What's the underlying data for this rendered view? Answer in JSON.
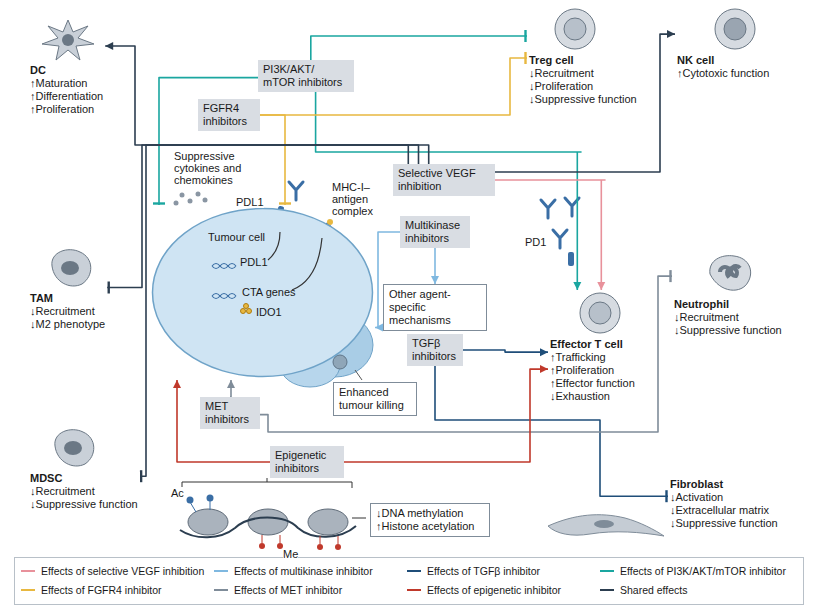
{
  "diagram": {
    "nodes": [
      {
        "text": [
          "DC",
          "↑Maturation",
          "↑Differentiation",
          "↑Proliferation"
        ]
      },
      {
        "text": [
          "Treg cell",
          "↓Recruitment",
          "↓Proliferation",
          "↓Suppressive function"
        ]
      },
      {
        "text": [
          "NK cell",
          "↑Cytotoxic function"
        ]
      },
      {
        "text": [
          "TAM",
          "↓Recruitment",
          "↓M2 phenotype"
        ]
      },
      {
        "text": [
          "MDSC",
          "↓Recruitment",
          "↓Suppressive function"
        ]
      },
      {
        "text": [
          "Effector T cell",
          "↑Trafficking",
          "↑Proliferation",
          "↑Effector function",
          "↓Exhaustion"
        ]
      },
      {
        "text": [
          "Neutrophil",
          "↓Recruitment",
          "↓Suppressive function"
        ]
      },
      {
        "text": [
          "Fibroblast",
          "↓Activation",
          "↓Extracellular matrix",
          "↓Suppressive function"
        ]
      },
      {
        "text": [
          "PI3K/AKT/ mTOR inhibitors"
        ]
      },
      {
        "text": [
          "FGFR4 inhibitors"
        ]
      },
      {
        "text": [
          "Selective VEGF inhibition"
        ]
      },
      {
        "text": [
          "Multikinase inhibitors"
        ]
      },
      {
        "text": [
          "Other agent-specific mechanisms"
        ]
      },
      {
        "text": [
          "TGFβ inhibitors"
        ]
      },
      {
        "text": [
          "MET inhibitors"
        ]
      },
      {
        "text": [
          "Epigenetic inhibitors"
        ]
      },
      {
        "text": [
          "↓DNA methylation",
          "↑Histone acetylation"
        ]
      },
      {
        "text": [
          "Enhanced tumour killing"
        ]
      },
      {
        "text": [
          "Tumour cell"
        ]
      }
    ],
    "edges": [
      {
        "from": 8,
        "to": 1,
        "arrow": "to"
      },
      {
        "from": 8,
        "to": 5,
        "arrow": "to"
      },
      {
        "from": 8,
        "to": 18,
        "arrow": "to"
      },
      {
        "from": 9,
        "to": 18,
        "arrow": "to"
      },
      {
        "from": 9,
        "to": 1,
        "arrow": "to"
      },
      {
        "from": 10,
        "to": 5,
        "arrow": "to"
      },
      {
        "from": 10,
        "to": 2,
        "arrow": "to"
      },
      {
        "from": 10,
        "to": 0,
        "arrow": "to"
      },
      {
        "from": 10,
        "to": 3,
        "arrow": "to"
      },
      {
        "from": 10,
        "to": 4,
        "arrow": "to"
      },
      {
        "from": 11,
        "to": 12,
        "arrow": "to"
      },
      {
        "from": 11,
        "to": 18,
        "arrow": "to"
      },
      {
        "from": 13,
        "to": 5,
        "arrow": "to"
      },
      {
        "from": 13,
        "to": 7,
        "arrow": "to"
      },
      {
        "from": 14,
        "to": 6,
        "arrow": "to"
      },
      {
        "from": 14,
        "to": 18,
        "arrow": "to"
      },
      {
        "from": 15,
        "to": 5,
        "arrow": "to"
      },
      {
        "from": 15,
        "to": 18,
        "arrow": "to"
      }
    ],
    "labels": [
      "Suppressive cytokines and chemokines",
      "PDL1",
      "MHC-I–antigen complex",
      "PD1",
      "PDL1",
      "CTA genes",
      "IDO1",
      "Ac",
      "Me"
    ],
    "legend": [
      {
        "text": "Effects of selective VEGF inhibition",
        "color": "#e8919b"
      },
      {
        "text": "Effects of multikinase inhibitor",
        "color": "#7fb8e0"
      },
      {
        "text": "Effects of TGFβ inhibitor",
        "color": "#1f4e79"
      },
      {
        "text": "Effects of PI3K/AKT/mTOR inhibitor",
        "color": "#1aa6a0"
      },
      {
        "text": "Effects of FGFR4 inhibitor",
        "color": "#e8b840"
      },
      {
        "text": "Effects of MET inhibitor",
        "color": "#7f8c99"
      },
      {
        "text": "Effects of epigenetic inhibitor",
        "color": "#c0392b"
      },
      {
        "text": "Shared effects",
        "color": "#2c3e50"
      }
    ]
  }
}
